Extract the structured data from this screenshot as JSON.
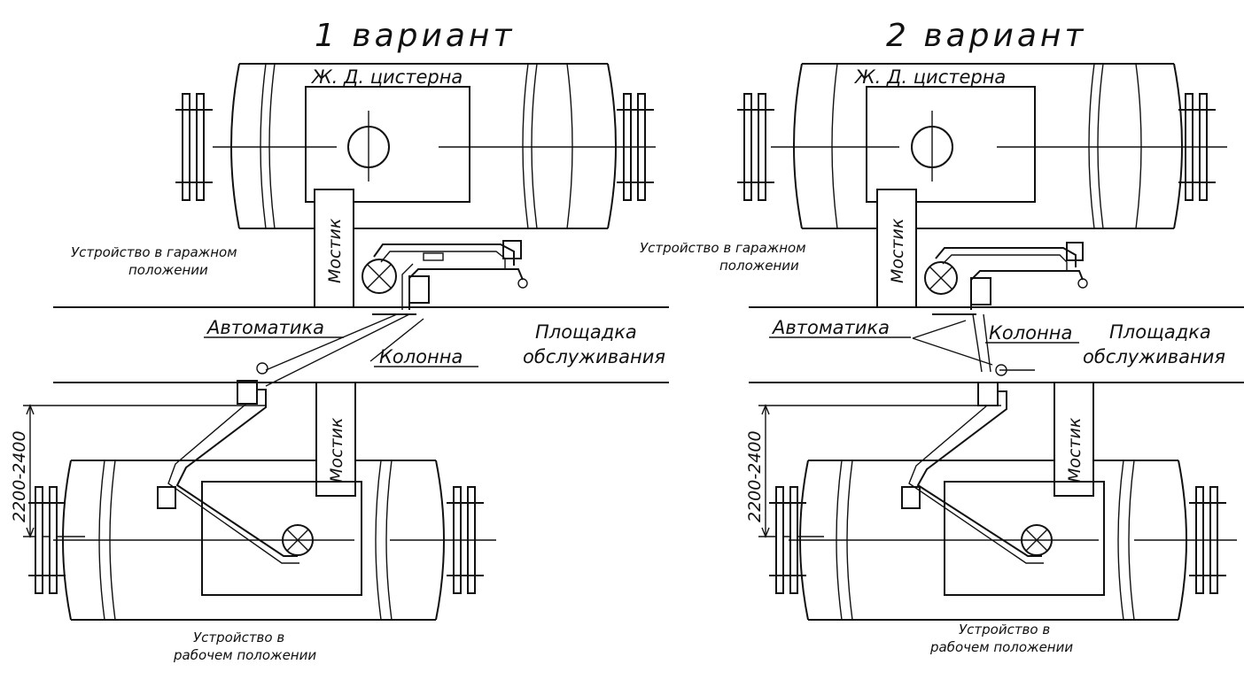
{
  "variants": [
    {
      "title": "1 вариант",
      "tank_label": "Ж. Д. цистерна",
      "bridge_top": "Мостик",
      "bridge_bottom": "Мостик",
      "garage_label_l1": "Устройство в гаражном",
      "garage_label_l2": "положении",
      "automatics": "Автоматика",
      "column": "Колонна",
      "platform_l1": "Площадка",
      "platform_l2": "обслуживания",
      "dimension": "2200-2400",
      "work_label_l1": "Устройство в",
      "work_label_l2": "рабочем положении"
    },
    {
      "title": "2 вариант",
      "tank_label": "Ж. Д. цистерна",
      "bridge_top": "Мостик",
      "bridge_bottom": "Мостик",
      "garage_label_l1": "Устройство в гаражном",
      "garage_label_l2": "положении",
      "automatics": "Автоматика",
      "column": "Колонна",
      "platform_l1": "Площадка",
      "platform_l2": "обслуживания",
      "dimension": "2200-2400",
      "work_label_l1": "Устройство в",
      "work_label_l2": "рабочем положении"
    }
  ]
}
